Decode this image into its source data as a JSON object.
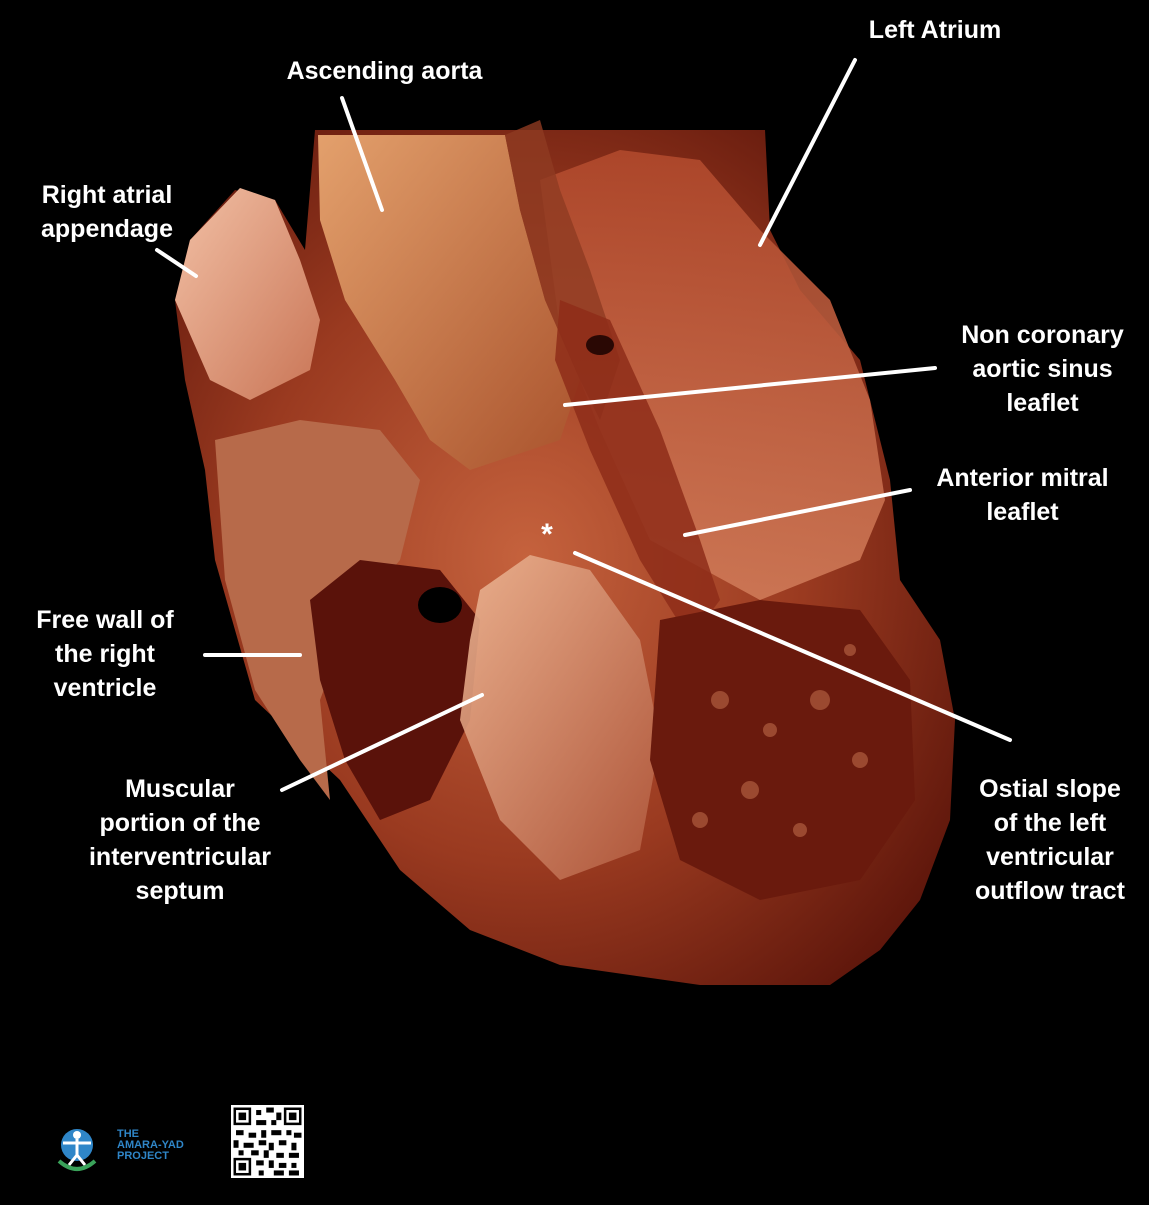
{
  "labels": {
    "left_atrium": [
      "Left Atrium"
    ],
    "ascending_aorta": [
      "Ascending aorta"
    ],
    "right_atrial_appendage": [
      "Right atrial",
      "appendage"
    ],
    "non_coronary": [
      "Non coronary",
      "aortic sinus",
      "leaflet"
    ],
    "anterior_mitral": [
      "Anterior mitral",
      "leaflet"
    ],
    "free_wall": [
      "Free wall of",
      "the right",
      "ventricle"
    ],
    "muscular_portion": [
      "Muscular",
      "portion of the",
      "interventricular",
      "septum"
    ],
    "ostial_slope": [
      "Ostial slope",
      "of the left",
      "ventricular",
      "outflow tract"
    ],
    "asterisk": "*"
  },
  "logo": {
    "line1": "THE",
    "line2": "AMARA-YAD",
    "line3": "PROJECT"
  },
  "colors": {
    "background": "#000000",
    "label": "#ffffff",
    "tissue_dark": "#7a1f12",
    "tissue_mid": "#b54a2c",
    "tissue_light": "#e08a62",
    "logo_blue": "#2f86c8",
    "logo_green": "#3aa35a"
  }
}
